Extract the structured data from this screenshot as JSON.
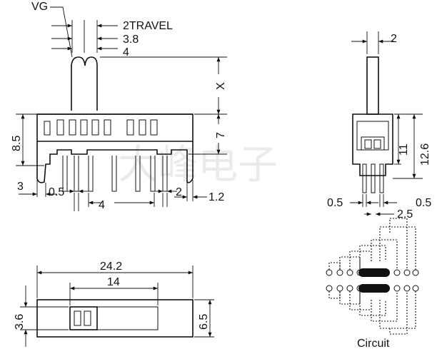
{
  "front_view": {
    "labels": {
      "vg": "VG",
      "travel": "2TRAVEL",
      "d_3_8": "3.8",
      "d_4_top": "4",
      "x": "X",
      "d_7": "7",
      "d_8_5": "8.5",
      "d_3": "3",
      "d_1_2": "1.2",
      "d_0_5": "0.5",
      "d_4_bottom": "4",
      "d_2": "2"
    }
  },
  "side_view": {
    "labels": {
      "d_2": "2",
      "d_11": "11",
      "d_12_6": "12.6",
      "d_0_5_left": "0.5",
      "d_0_5_right": "0.5",
      "d_2_5": "2.5"
    }
  },
  "top_view": {
    "labels": {
      "d_24_2": "24.2",
      "d_14": "14",
      "d_3_6": "3.6",
      "d_6_5": "6.5"
    }
  },
  "circuit": {
    "caption": "Circuit"
  },
  "watermark": "大峰电子"
}
